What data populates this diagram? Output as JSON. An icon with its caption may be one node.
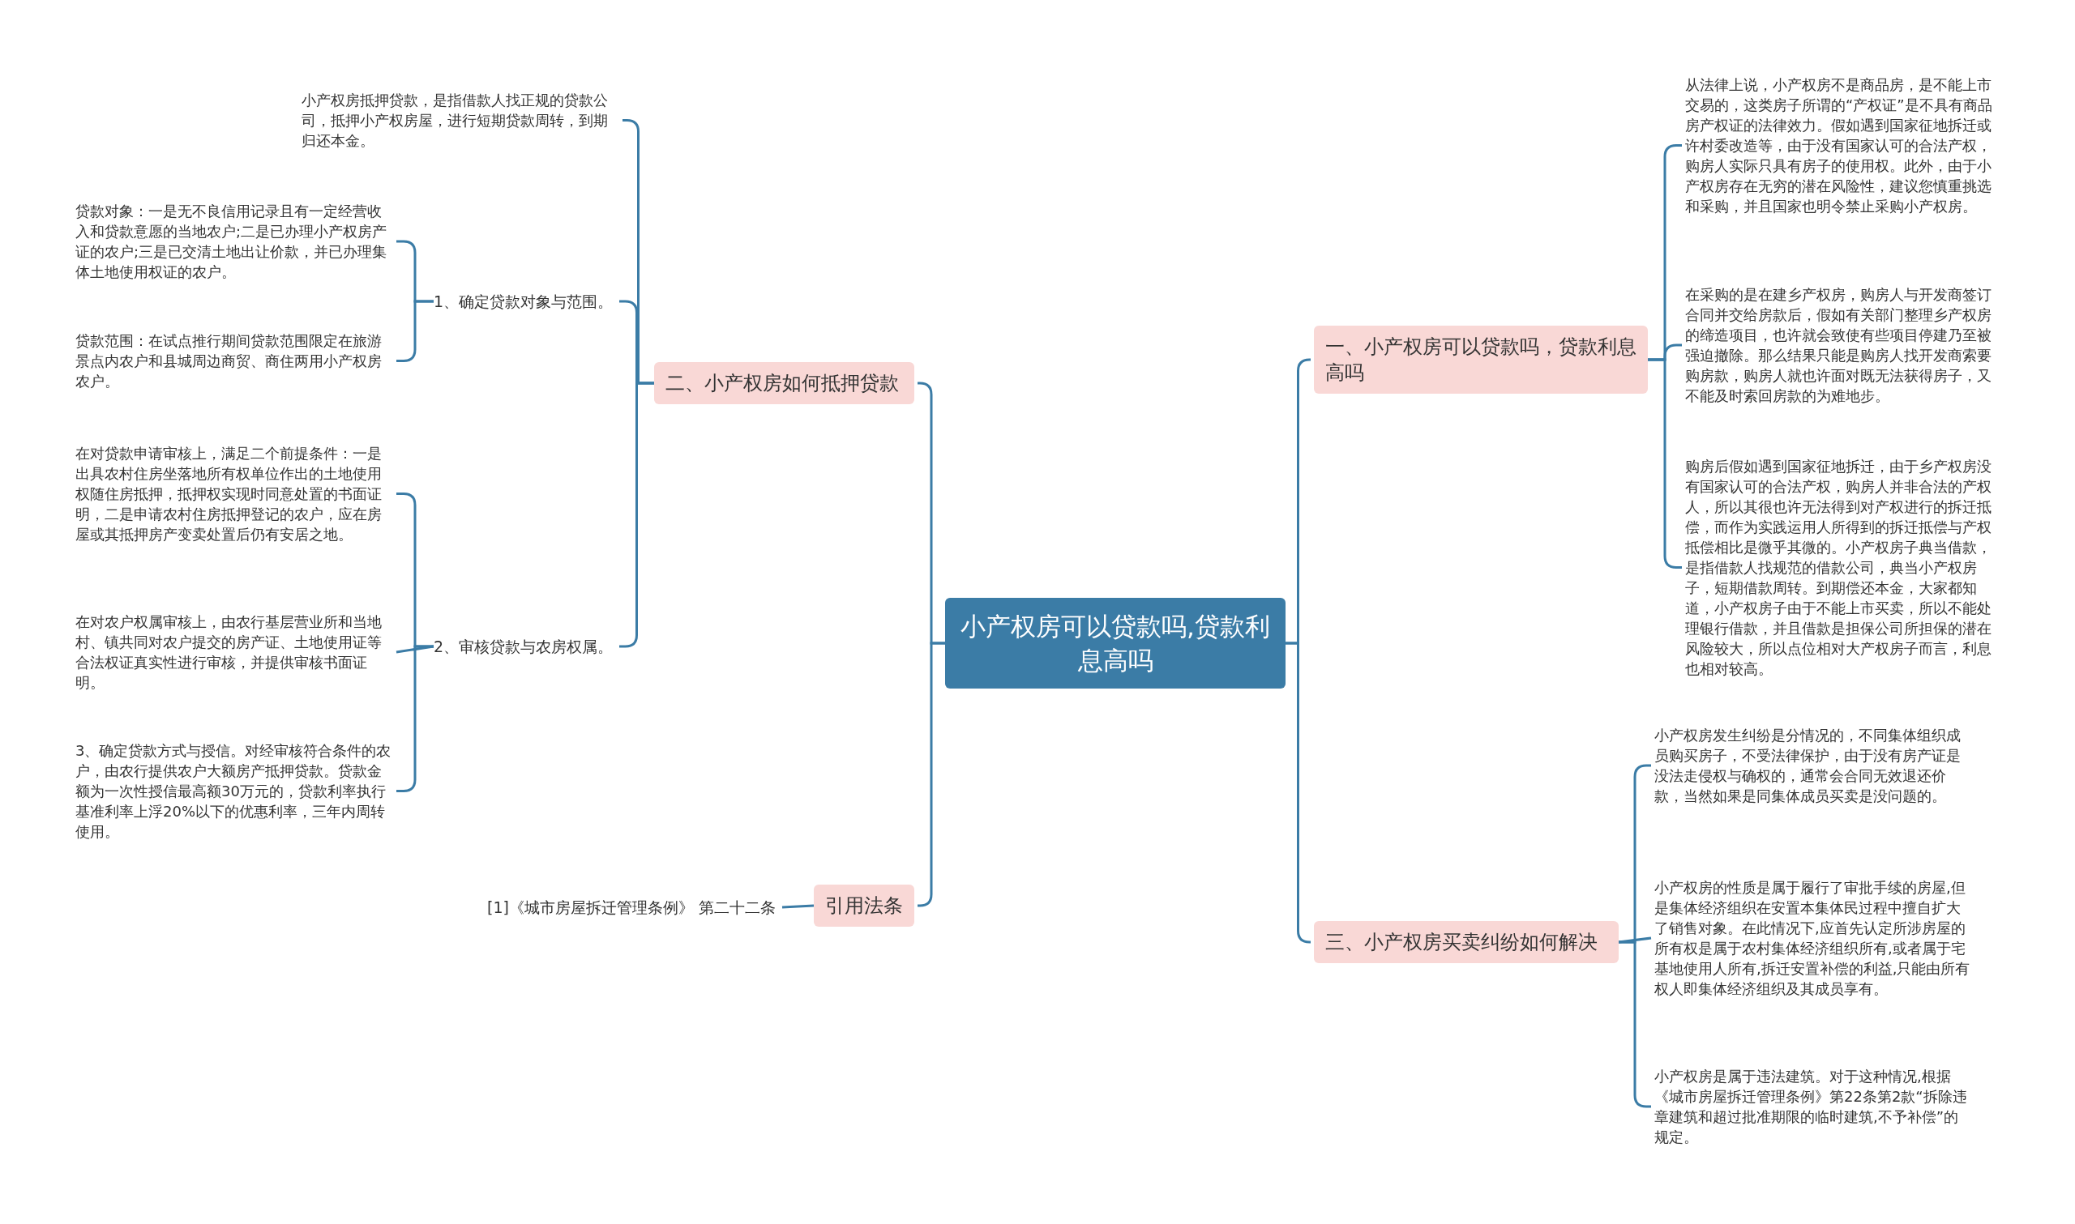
{
  "diagram": {
    "nodes": [
      {
        "text": [
          "小产权房可以贷款吗,贷款利息高吗"
        ]
      },
      {
        "text": [
          "二、小产权房如何抵押贷款"
        ]
      },
      {
        "text": [
          "小产权房抵押贷款，是指借款人找正规的贷款公司，抵押小产权房屋，进行短期贷款周转，到期归还本金。"
        ]
      },
      {
        "text": [
          "1、确定贷款对象与范围。"
        ]
      },
      {
        "text": [
          "贷款对象：一是无不良信用记录且有一定经营收入和贷款意愿的当地农户;二是已办理小产权房产证的农户;三是已交清土地出让价款，并已办理集体土地使用权证的农户。"
        ]
      },
      {
        "text": [
          "贷款范围：在试点推行期间贷款范围限定在旅游景点内农户和县城周边商贸、商住两用小产权房农户。"
        ]
      },
      {
        "text": [
          "2、审核贷款与农房权属。"
        ]
      },
      {
        "text": [
          "在对贷款申请审核上，满足二个前提条件：一是出具农村住房坐落地所有权单位作出的土地使用权随住房抵押，抵押权实现时同意处置的书面证明，二是申请农村住房抵押登记的农户，应在房屋或其抵押房产变卖处置后仍有安居之地。"
        ]
      },
      {
        "text": [
          "在对农户权属审核上，由农行基层营业所和当地村、镇共同对农户提交的房产证、土地使用证等合法权证真实性进行审核，并提供审核书面证明。"
        ]
      },
      {
        "text": [
          "3、确定贷款方式与授信。对经审核符合条件的农户，由农行提供农户大额房产抵押贷款。贷款金额为一次性授信最高额30万元的，贷款利率执行基准利率上浮20%以下的优惠利率，三年内周转使用。"
        ]
      },
      {
        "text": [
          "引用法条"
        ]
      },
      {
        "text": [
          "[1]《城市房屋拆迁管理条例》 第二十二条"
        ]
      },
      {
        "text": [
          "一、小产权房可以贷款吗，贷款利息高吗"
        ]
      },
      {
        "text": [
          "从法律上说，小产权房不是商品房，是不能上市交易的，这类房子所谓的“产权证”是不具有商品房产权证的法律效力。假如遇到国家征地拆迁或许村委改造等，由于没有国家认可的合法产权，购房人实际只具有房子的使用权。此外，由于小产权房存在无穷的潜在风险性，建议您慎重挑选和采购，并且国家也明令禁止采购小产权房。"
        ]
      },
      {
        "text": [
          "在采购的是在建乡产权房，购房人与开发商签订合同并交给房款后，假如有关部门整理乡产权房的缔造项目，也许就会致使有些项目停建乃至被强迫撤除。那么结果只能是购房人找开发商索要购房款，购房人就也许面对既无法获得房子，又不能及时索回房款的为难地步。"
        ]
      },
      {
        "text": [
          "购房后假如遇到国家征地拆迁，由于乡产权房没有国家认可的合法产权，购房人并非合法的产权人，所以其很也许无法得到对产权进行的拆迁抵偿，而作为实践运用人所得到的拆迁抵偿与产权抵偿相比是微乎其微的。小产权房子典当借款，是指借款人找规范的借款公司，典当小产权房子，短期借款周转。到期偿还本金，大家都知道，小产权房子由于不能上市买卖，所以不能处理银行借款，并且借款是担保公司所担保的潜在风险较大，所以点位相对大产权房子而言，利息也相对较高。"
        ]
      },
      {
        "text": [
          "三、小产权房买卖纠纷如何解决"
        ]
      },
      {
        "text": [
          "小产权房发生纠纷是分情况的，不同集体组织成员购买房子，不受法律保护，由于没有房产证是没法走侵权与确权的，通常会合同无效退还价款，当然如果是同集体成员买卖是没问题的。"
        ]
      },
      {
        "text": [
          "小产权房的性质是属于履行了审批手续的房屋,但是集体经济组织在安置本集体民过程中擅自扩大了销售对象。在此情况下,应首先认定所涉房屋的所有权是属于农村集体经济组织所有,或者属于宅基地使用人所有,拆迁安置补偿的利益,只能由所有权人即集体经济组织及其成员享有。"
        ]
      },
      {
        "text": [
          "小产权房是属于违法建筑。对于这种情况,根据《城市房屋拆迁管理条例》第22条第2款“拆除违章建筑和超过批准期限的临时建筑,不予补偿”的规定。"
        ]
      }
    ],
    "edges": [
      {
        "from": 0,
        "to": 1,
        "arrow": "none"
      },
      {
        "from": 1,
        "to": 2,
        "arrow": "none"
      },
      {
        "from": 1,
        "to": 3,
        "arrow": "none"
      },
      {
        "from": 3,
        "to": 4,
        "arrow": "none"
      },
      {
        "from": 3,
        "to": 5,
        "arrow": "none"
      },
      {
        "from": 1,
        "to": 6,
        "arrow": "none"
      },
      {
        "from": 6,
        "to": 7,
        "arrow": "none"
      },
      {
        "from": 6,
        "to": 8,
        "arrow": "none"
      },
      {
        "from": 6,
        "to": 9,
        "arrow": "none"
      },
      {
        "from": 0,
        "to": 10,
        "arrow": "none"
      },
      {
        "from": 10,
        "to": 11,
        "arrow": "none"
      },
      {
        "from": 0,
        "to": 12,
        "arrow": "none"
      },
      {
        "from": 12,
        "to": 13,
        "arrow": "none"
      },
      {
        "from": 12,
        "to": 14,
        "arrow": "none"
      },
      {
        "from": 12,
        "to": 15,
        "arrow": "none"
      },
      {
        "from": 0,
        "to": 16,
        "arrow": "none"
      },
      {
        "from": 16,
        "to": 17,
        "arrow": "none"
      },
      {
        "from": 16,
        "to": 18,
        "arrow": "none"
      },
      {
        "from": 16,
        "to": 19,
        "arrow": "none"
      }
    ]
  }
}
